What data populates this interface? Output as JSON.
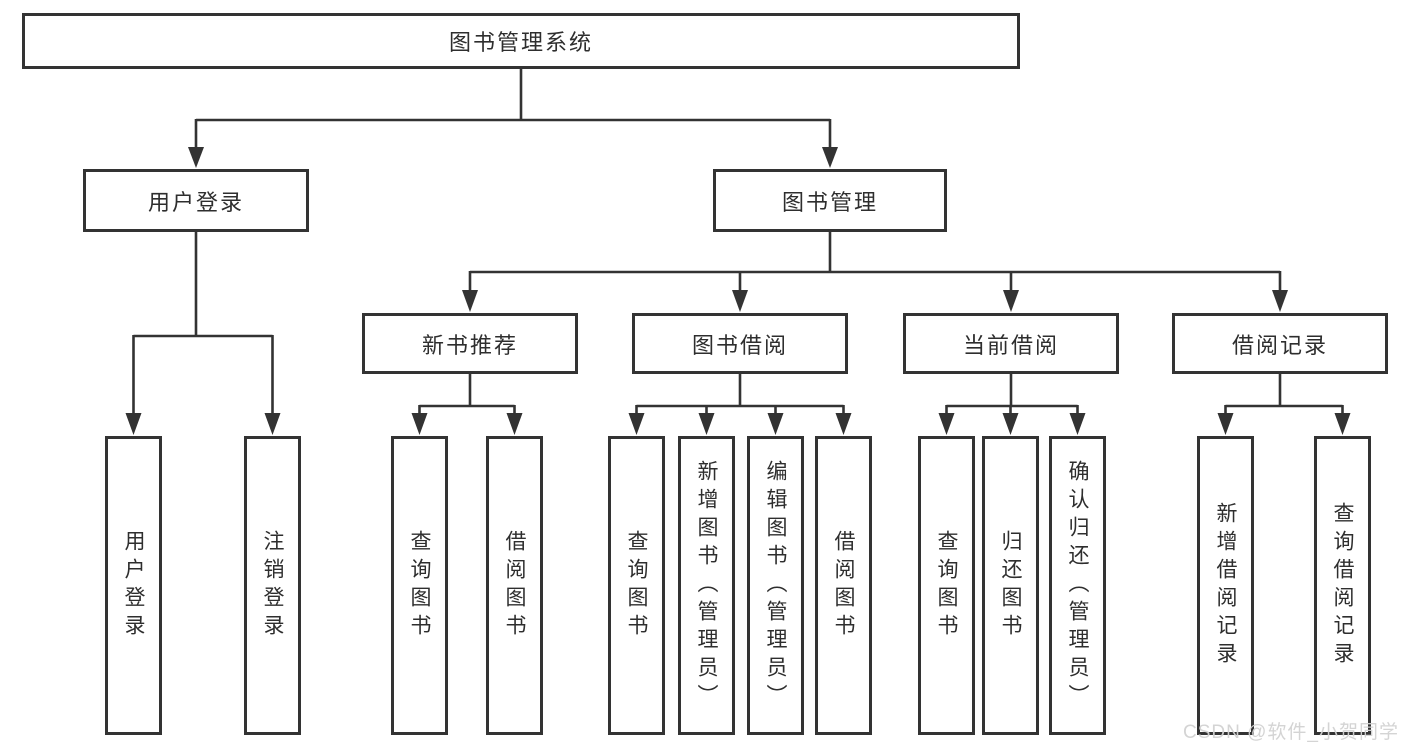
{
  "diagram": {
    "title": "图书管理系统",
    "root": {
      "label": "图书管理系统"
    },
    "level2": [
      {
        "label": "用户登录"
      },
      {
        "label": "图书管理"
      }
    ],
    "level3": [
      {
        "label": "新书推荐",
        "parent": "图书管理"
      },
      {
        "label": "图书借阅",
        "parent": "图书管理"
      },
      {
        "label": "当前借阅",
        "parent": "图书管理"
      },
      {
        "label": "借阅记录",
        "parent": "图书管理"
      }
    ],
    "leaves": [
      {
        "label": "用户登录",
        "parent": "用户登录"
      },
      {
        "label": "注销登录",
        "parent": "用户登录"
      },
      {
        "label": "查询图书",
        "parent": "新书推荐"
      },
      {
        "label": "借阅图书",
        "parent": "新书推荐"
      },
      {
        "label": "查询图书",
        "parent": "图书借阅"
      },
      {
        "label": "新增图书（管理员）",
        "parent": "图书借阅"
      },
      {
        "label": "编辑图书（管理员）",
        "parent": "图书借阅"
      },
      {
        "label": "借阅图书",
        "parent": "图书借阅"
      },
      {
        "label": "查询图书",
        "parent": "当前借阅"
      },
      {
        "label": "归还图书",
        "parent": "当前借阅"
      },
      {
        "label": "确认归还（管理员）",
        "parent": "当前借阅"
      },
      {
        "label": "新增借阅记录",
        "parent": "借阅记录"
      },
      {
        "label": "查询借阅记录",
        "parent": "借阅记录"
      }
    ],
    "colors": {
      "line": "#333333",
      "text": "#2e2e2e",
      "background": "#ffffff",
      "watermark": "#cccccc"
    }
  },
  "watermark": {
    "text": "CSDN @软件_小贺同学"
  }
}
